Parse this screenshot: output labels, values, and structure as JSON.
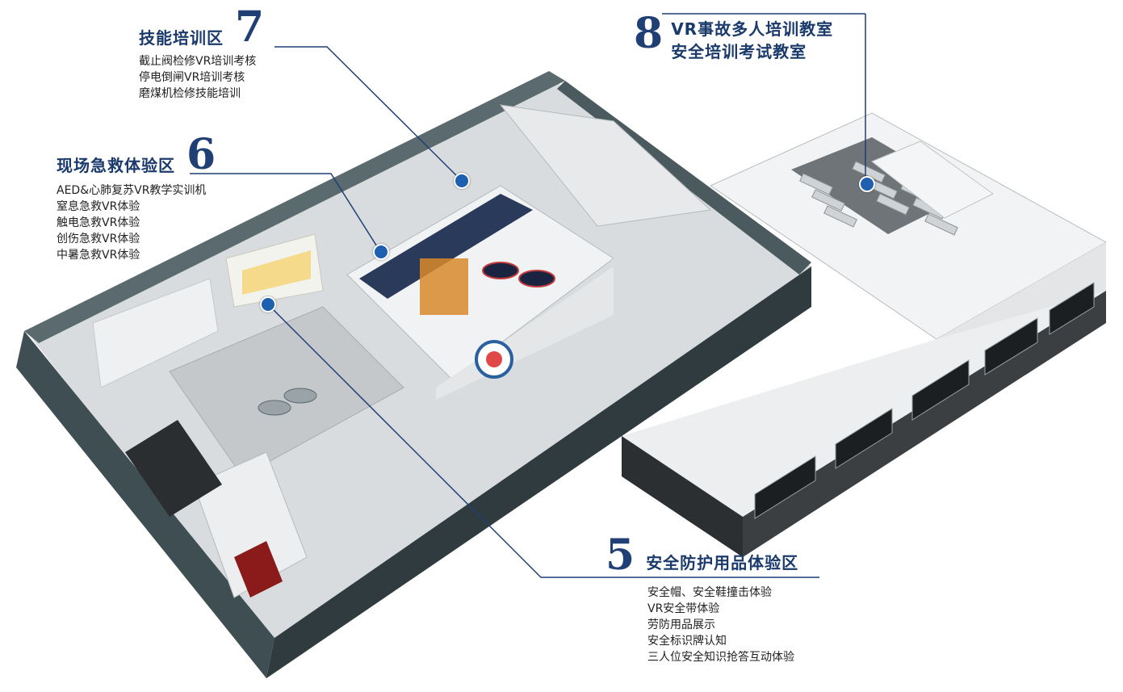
{
  "zones": [
    {
      "id": "zone-7",
      "number": "7",
      "title": "技能培训区",
      "items": [
        "截止阀检修VR培训考核",
        "停电倒闸VR培训考核",
        "磨煤机检修技能培训"
      ]
    },
    {
      "id": "zone-6",
      "number": "6",
      "title": "现场急救体验区",
      "items": [
        "AED&心肺复苏VR教学实训机",
        "窒息急救VR体验",
        "触电急救VR体验",
        "创伤急救VR体验",
        "中暑急救VR体验"
      ]
    },
    {
      "id": "zone-8",
      "number": "8",
      "title_lines": [
        "VR事故多人培训教室",
        "安全培训考试教室"
      ]
    },
    {
      "id": "zone-5",
      "number": "5",
      "title": "安全防护用品体验区",
      "items": [
        "安全帽、安全鞋撞击体验",
        "VR安全带体验",
        "劳防用品展示",
        "安全标识牌认知",
        "三人位安全知识抢答互动体验"
      ]
    }
  ],
  "colors": {
    "accent": "#1f3f75",
    "marker": "#1f5fb0",
    "wall_dark": "#4a5a5e",
    "floor": "#d9dcdf",
    "wall_light": "#eef0f1"
  }
}
